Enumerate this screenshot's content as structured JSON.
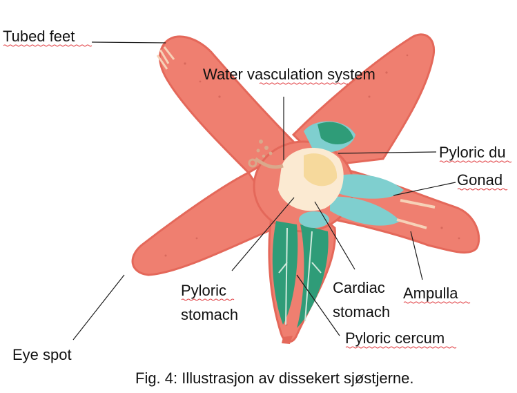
{
  "labels": {
    "tubed_feet": "Tubed feet",
    "water_vasculation": "Water vasculation system",
    "pyloric_duct": "Pyloric du",
    "gonad": "Gonad",
    "pyloric_stomach_line1": "Pyloric",
    "pyloric_stomach_line2": "stomach",
    "cardiac_stomach_line1": "Cardiac",
    "cardiac_stomach_line2": "stomach",
    "ampulla": "Ampulla",
    "pyloric_cercum": "Pyloric cercum",
    "eye_spot": "Eye spot"
  },
  "caption": "Fig. 4: Illustrasjon av dissekert sjøstjerne.",
  "colors": {
    "starfish_body": "#ef7f70",
    "starfish_edge": "#e4685a",
    "green_organs": "#2f9c78",
    "teal_organs": "#7fcfcf",
    "center_disc": "#fbead2",
    "spell_check_underline": "#e0363a"
  }
}
